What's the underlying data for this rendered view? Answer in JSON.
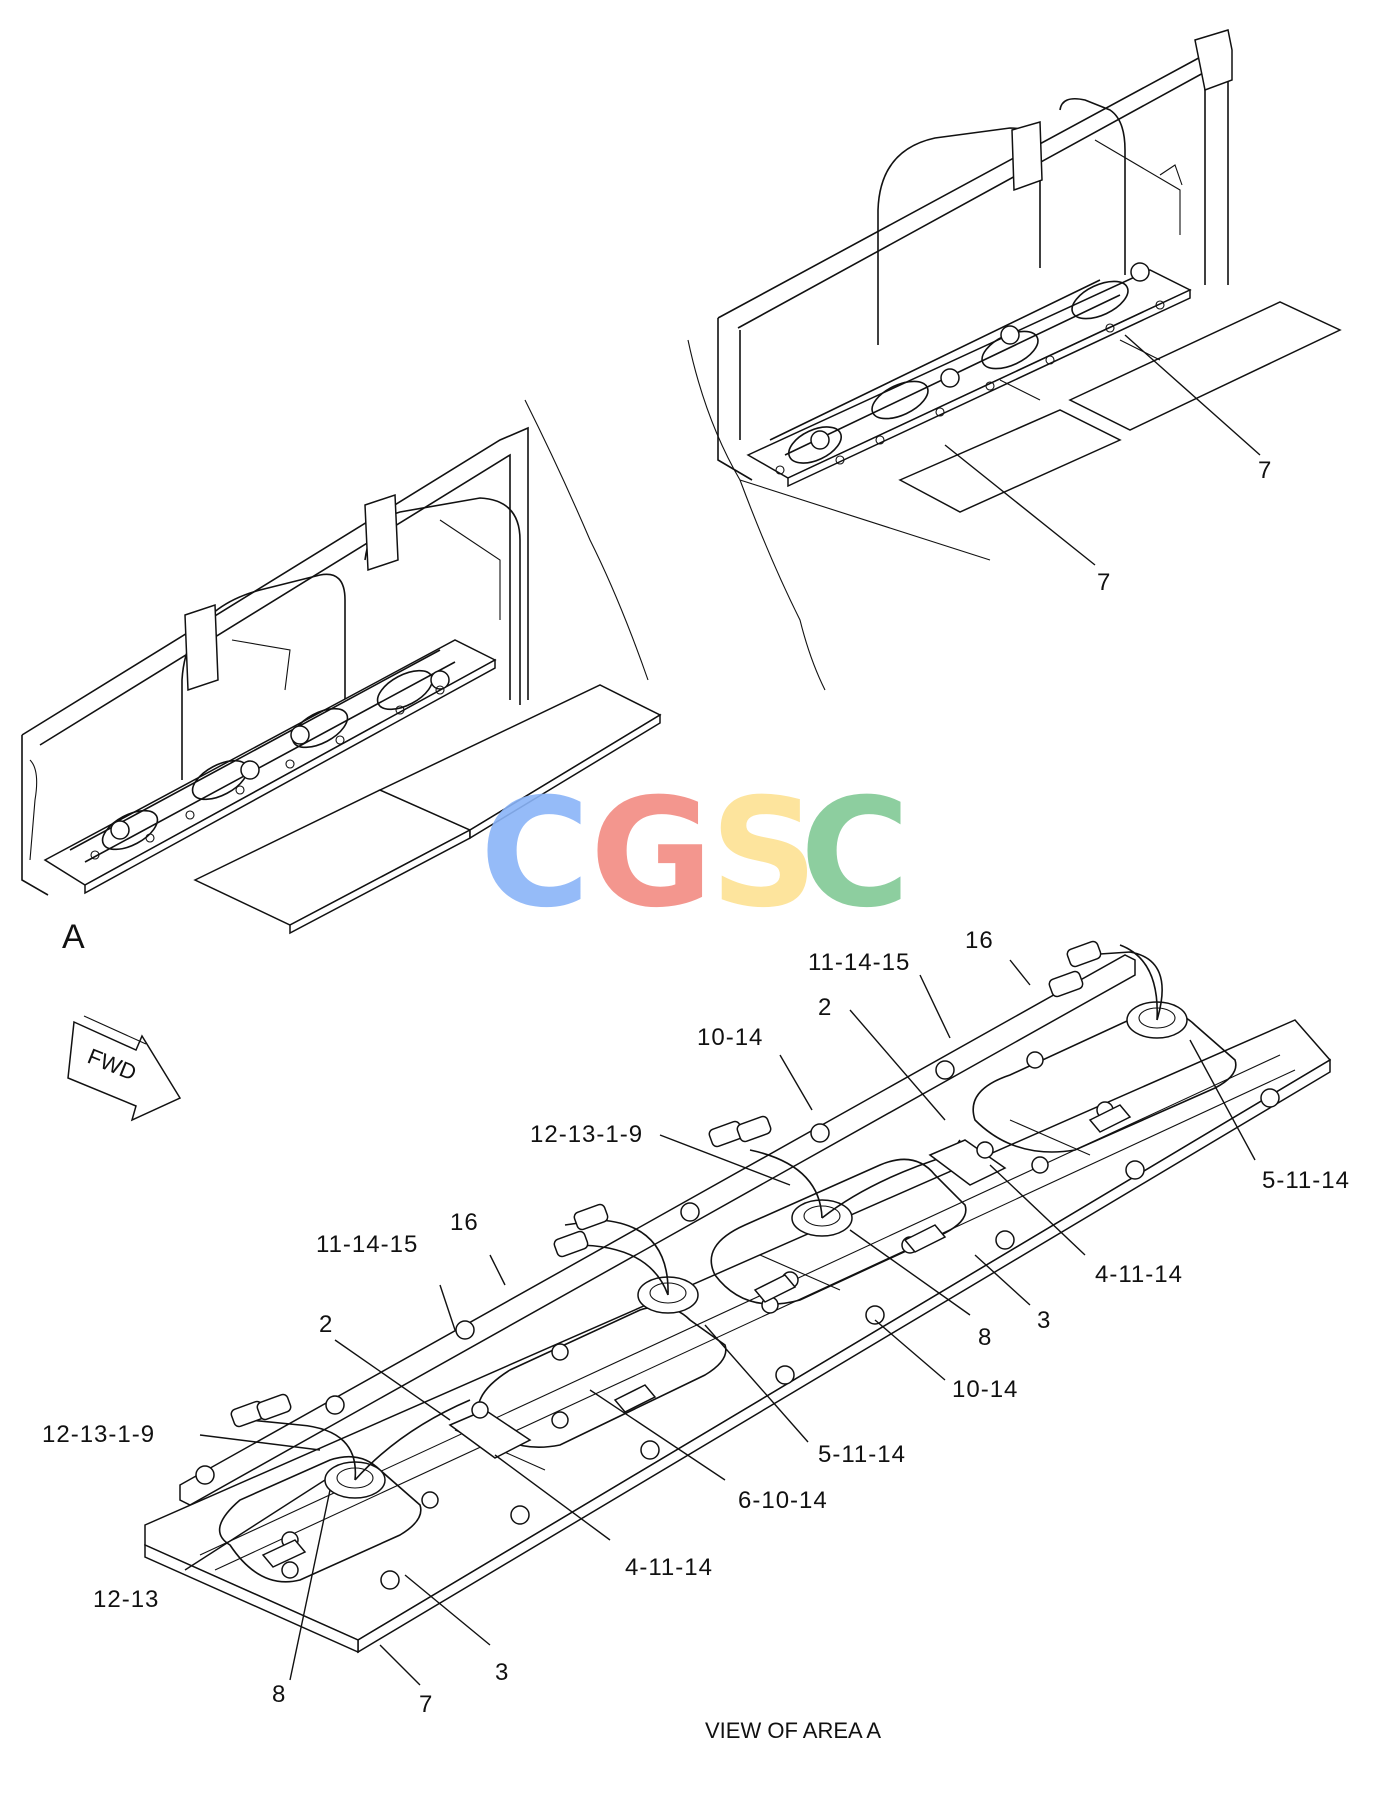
{
  "view_marker": "A",
  "direction_arrow": {
    "label": "FWD"
  },
  "watermark": {
    "letters": [
      "C",
      "G",
      "S",
      "C"
    ],
    "colors": [
      "#8ab4f8",
      "#f28b82",
      "#fde293",
      "#81c995"
    ]
  },
  "callouts": [
    {
      "id": "c1",
      "text": "7"
    },
    {
      "id": "c2",
      "text": "7"
    },
    {
      "id": "c3",
      "text": "16"
    },
    {
      "id": "c4",
      "text": "11-14-15"
    },
    {
      "id": "c5",
      "text": "2"
    },
    {
      "id": "c6",
      "text": "10-14"
    },
    {
      "id": "c7",
      "text": "12-13-1-9"
    },
    {
      "id": "c8",
      "text": "5-11-14"
    },
    {
      "id": "c9",
      "text": "4-11-14"
    },
    {
      "id": "c10",
      "text": "8"
    },
    {
      "id": "c11",
      "text": "3"
    },
    {
      "id": "c12",
      "text": "10-14"
    },
    {
      "id": "c13",
      "text": "16"
    },
    {
      "id": "c14",
      "text": "11-14-15"
    },
    {
      "id": "c15",
      "text": "2"
    },
    {
      "id": "c16",
      "text": "5-11-14"
    },
    {
      "id": "c17",
      "text": "12-13-1-9"
    },
    {
      "id": "c18",
      "text": "6-10-14"
    },
    {
      "id": "c19",
      "text": "4-11-14"
    },
    {
      "id": "c20",
      "text": "12-13"
    },
    {
      "id": "c21",
      "text": "8"
    },
    {
      "id": "c22",
      "text": "3"
    },
    {
      "id": "c23",
      "text": "7"
    }
  ],
  "caption": "VIEW OF AREA  A"
}
